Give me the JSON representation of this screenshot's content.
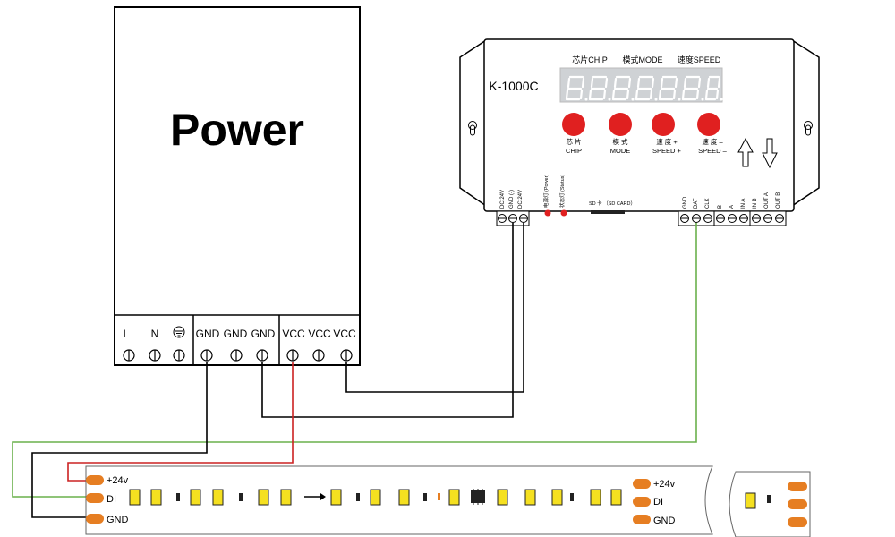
{
  "power_supply": {
    "title": "Power",
    "ac_terminals": [
      "L",
      "N"
    ],
    "ground_symbol": "earth-ground-icon",
    "output_terminals": [
      "GND",
      "GND",
      "GND",
      "VCC",
      "VCC",
      "VCC"
    ]
  },
  "controller": {
    "model": "K-1000C",
    "display_digits": 7,
    "headers": {
      "chip": "芯片CHIP",
      "mode": "模式MODE",
      "speed": "速度SPEED"
    },
    "buttons": [
      {
        "cn": "芯 片",
        "en": "CHIP"
      },
      {
        "cn": "模 式",
        "en": "MODE"
      },
      {
        "cn": "速 度 +",
        "en": "SPEED +"
      },
      {
        "cn": "速 度 –",
        "en": "SPEED –"
      }
    ],
    "left_terminals": [
      "DC 24V",
      "GND (-)",
      "DC 24V"
    ],
    "leds": [
      "电源灯 (Power)",
      "状态灯 (Status)"
    ],
    "sd_label": "SD 卡 （SD CARD）",
    "right_terminals": [
      "GND",
      "DAT",
      "CLK",
      "B",
      "A",
      "IN A",
      "IN B",
      "OUT A",
      "OUT B"
    ]
  },
  "strip": {
    "pads_left": [
      "+24v",
      "DI",
      "GND"
    ],
    "pads_right": [
      "+24v",
      "DI",
      "GND"
    ]
  },
  "colors": {
    "wire_red": "#cc2222",
    "wire_green": "#6ab04c",
    "wire_black": "#000000",
    "pad_orange": "#e67e22",
    "led_yellow": "#f5e020",
    "button_red": "#e02020"
  }
}
